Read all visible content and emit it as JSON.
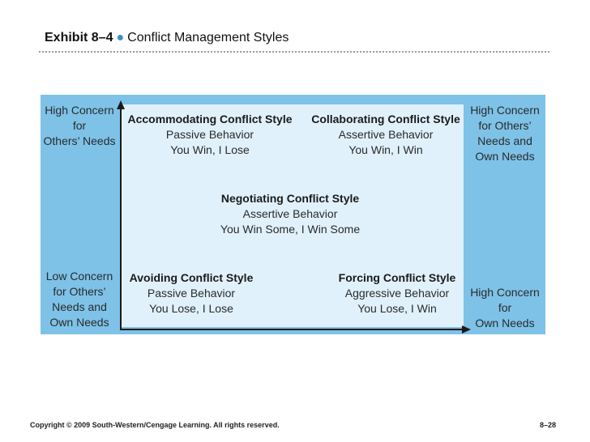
{
  "title": {
    "number": "Exhibit 8–4",
    "bullet": "●",
    "text": "Conflict Management Styles"
  },
  "axis_labels": {
    "y_top": [
      "High Concern",
      "for",
      "Others’ Needs"
    ],
    "y_bottom": [
      "Low Concern",
      "for Others’",
      "Needs and",
      "Own Needs"
    ],
    "right_top": [
      "High Concern",
      "for Others’",
      "Needs and",
      "Own Needs"
    ],
    "right_bottom": [
      "High Concern",
      "for",
      "Own Needs"
    ]
  },
  "styles": [
    {
      "name": "Accommodating Conflict Style",
      "behavior": "Passive Behavior",
      "outcome": "You Win, I Lose"
    },
    {
      "name": "Collaborating Conflict Style",
      "behavior": "Assertive Behavior",
      "outcome": "You Win, I Win"
    },
    {
      "name": "Negotiating Conflict Style",
      "behavior": "Assertive Behavior",
      "outcome": "You Win Some, I Win Some"
    },
    {
      "name": "Avoiding Conflict Style",
      "behavior": "Passive Behavior",
      "outcome": "You Lose, I Lose"
    },
    {
      "name": "Forcing Conflict Style",
      "behavior": "Aggressive Behavior",
      "outcome": "You Lose, I Win"
    }
  ],
  "footer": {
    "copyright": "Copyright © 2009 South-Western/Cengage Learning. All rights reserved.",
    "page": "8–28"
  },
  "colors": {
    "panel": "#7ec2e8",
    "inner": "#e0f1fb",
    "bullet": "#3a8fc8"
  }
}
